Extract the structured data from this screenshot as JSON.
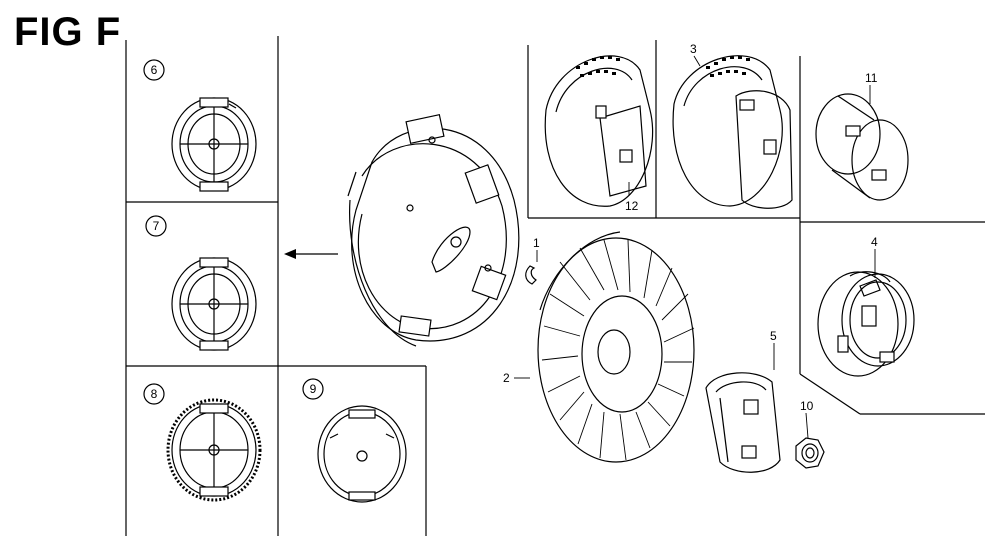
{
  "figure": {
    "title": "FIG F"
  },
  "callouts": {
    "c1": "1",
    "c2": "2",
    "c3": "3",
    "c4": "4",
    "c5": "5",
    "c6": "6",
    "c7": "7",
    "c8": "8",
    "c9": "9",
    "c10": "10",
    "c11": "11",
    "c12": "12"
  }
}
